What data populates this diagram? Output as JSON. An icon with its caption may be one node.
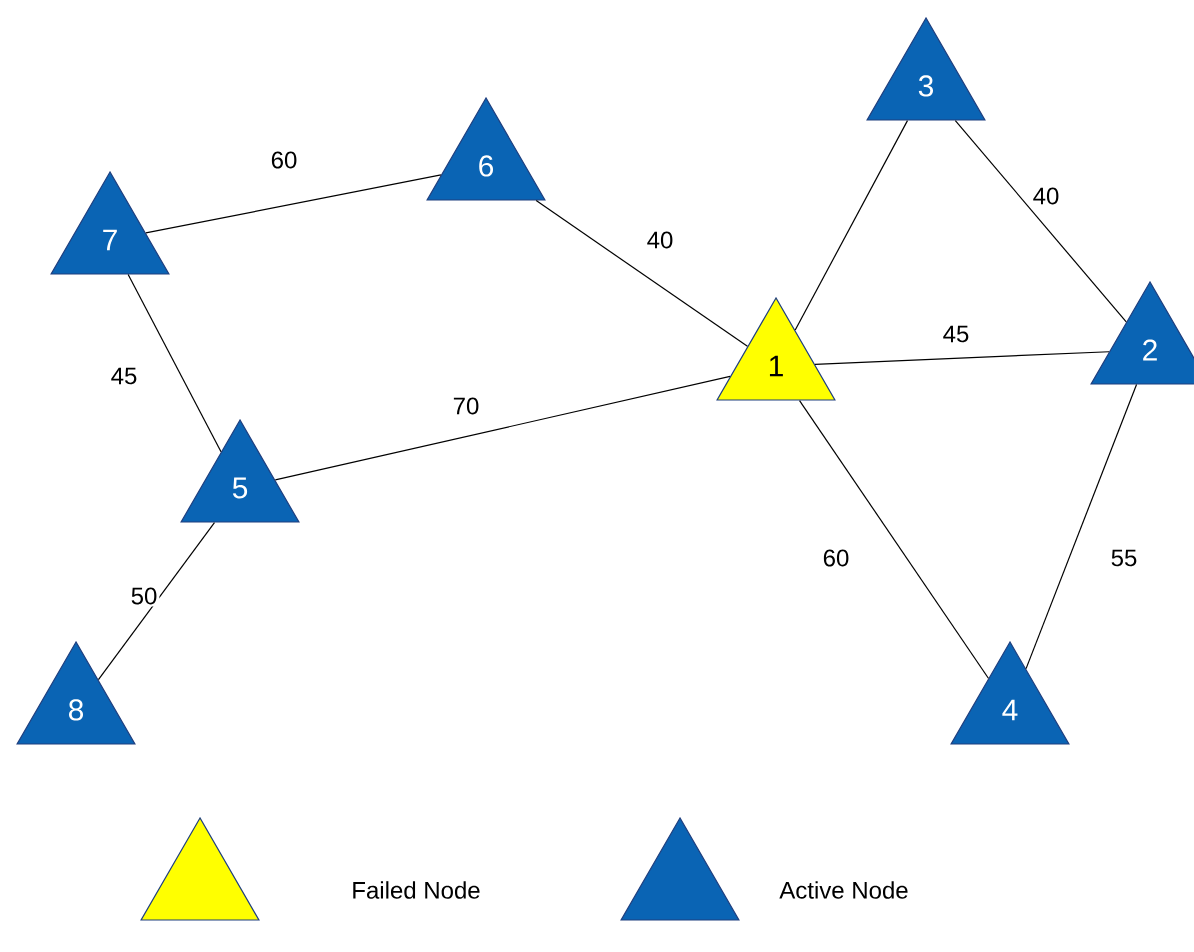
{
  "diagram": {
    "nodes": [
      {
        "text": [
          "1"
        ]
      },
      {
        "text": [
          "2"
        ]
      },
      {
        "text": [
          "3"
        ]
      },
      {
        "text": [
          "4"
        ]
      },
      {
        "text": [
          "5"
        ]
      },
      {
        "text": [
          "6"
        ]
      },
      {
        "text": [
          "7"
        ]
      },
      {
        "text": [
          "8"
        ]
      }
    ],
    "edges": [
      {
        "from": 6,
        "to": 5,
        "arrow": "none",
        "label": "60"
      },
      {
        "from": 5,
        "to": 0,
        "arrow": "none",
        "label": "40"
      },
      {
        "from": 6,
        "to": 4,
        "arrow": "none",
        "label": "45"
      },
      {
        "from": 4,
        "to": 0,
        "arrow": "none",
        "label": "70"
      },
      {
        "from": 4,
        "to": 7,
        "arrow": "none",
        "label": "50"
      },
      {
        "from": 0,
        "to": 2,
        "arrow": "none"
      },
      {
        "from": 2,
        "to": 1,
        "arrow": "none",
        "label": "40"
      },
      {
        "from": 0,
        "to": 1,
        "arrow": "none",
        "label": "45"
      },
      {
        "from": 0,
        "to": 3,
        "arrow": "none",
        "label": "60"
      },
      {
        "from": 3,
        "to": 1,
        "arrow": "none",
        "label": "55"
      }
    ],
    "legend": [
      {
        "text": "Failed Node",
        "color": "#ffff00"
      },
      {
        "text": "Active Node",
        "color": "#0a64b4"
      }
    ]
  }
}
